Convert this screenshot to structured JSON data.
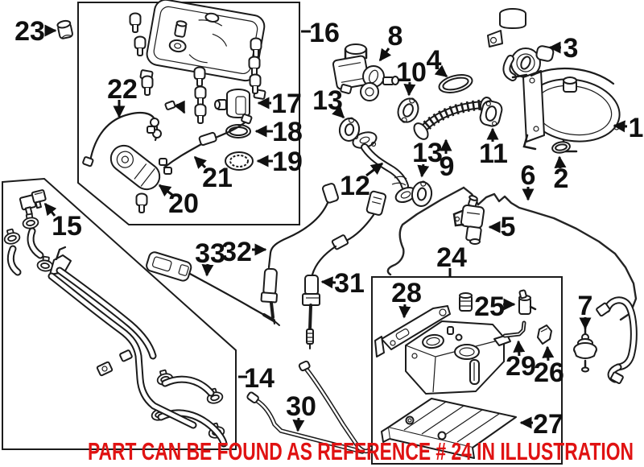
{
  "page": {
    "background": "#ffffff",
    "line_color": "#1b1b1b",
    "caption": {
      "text": "PART CAN BE FOUND AS REFERENCE # 24 IN ILLUSTRATION",
      "color": "#e01212"
    },
    "callouts": [
      {
        "label": "23"
      },
      {
        "label": "16"
      },
      {
        "label": "22"
      },
      {
        "label": "17"
      },
      {
        "label": "18"
      },
      {
        "label": "19"
      },
      {
        "label": "21"
      },
      {
        "label": "20"
      },
      {
        "label": "15"
      },
      {
        "label": "8"
      },
      {
        "label": "10"
      },
      {
        "label": "4"
      },
      {
        "label": "13"
      },
      {
        "label": "13"
      },
      {
        "label": "9"
      },
      {
        "label": "12"
      },
      {
        "label": "11"
      },
      {
        "label": "3"
      },
      {
        "label": "1"
      },
      {
        "label": "2"
      },
      {
        "label": "6"
      },
      {
        "label": "5"
      },
      {
        "label": "24"
      },
      {
        "label": "33"
      },
      {
        "label": "32"
      },
      {
        "label": "31"
      },
      {
        "label": "14"
      },
      {
        "label": "30"
      },
      {
        "label": "28"
      },
      {
        "label": "25"
      },
      {
        "label": "29"
      },
      {
        "label": "26"
      },
      {
        "label": "27"
      },
      {
        "label": "7"
      }
    ]
  }
}
